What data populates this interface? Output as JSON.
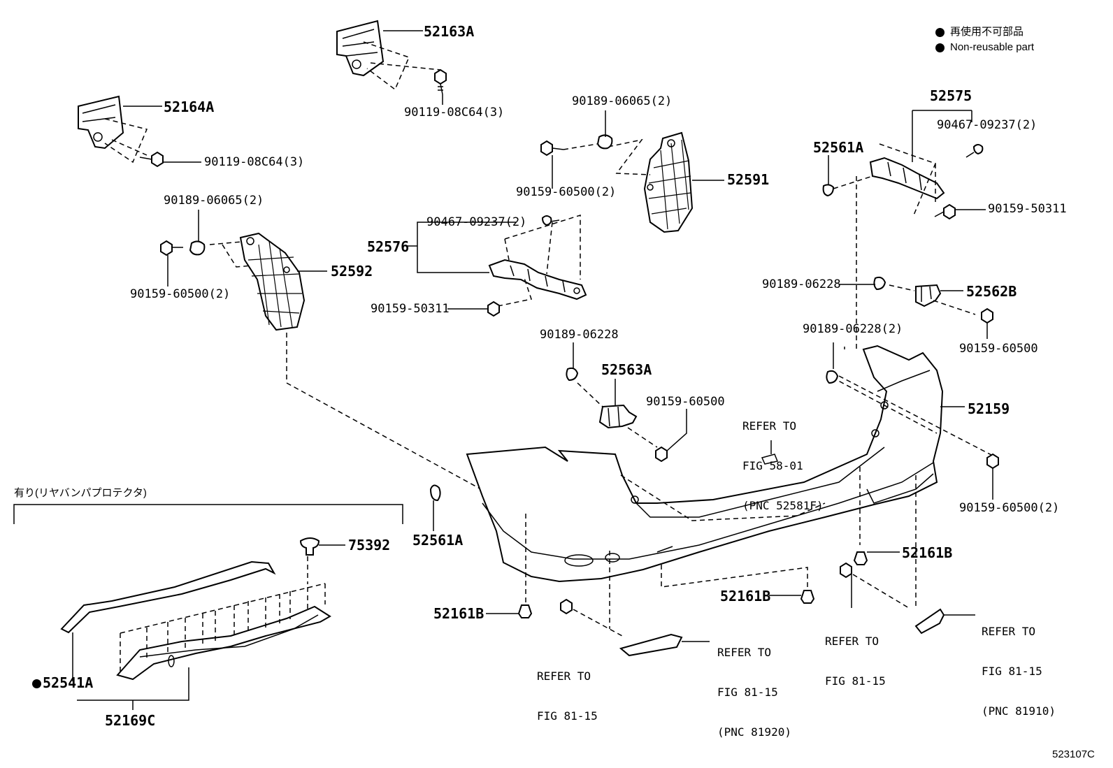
{
  "legend": {
    "jp": "再使用不可部品",
    "en": "Non-reusable part"
  },
  "diagram_code": "523107C",
  "section_header": "有り(リヤバンパプロテクタ)",
  "parts": {
    "p52163A": "52163A",
    "p52164A": "52164A",
    "bolt_52163A": "90119-08C64(3)",
    "bolt_52164A": "90119-08C64(3)",
    "p52575": "52575",
    "screw_right_upper": "90467-09237(2)",
    "p52561A_top": "52561A",
    "bolt_right": "90159-50311",
    "p52591": "52591",
    "nut_right": "90189-06065(2)",
    "bolt_right_bracket": "90159-60500(2)",
    "nut_left": "90189-06065(2)",
    "p52592": "52592",
    "bolt_left_bracket": "90159-60500(2)",
    "screw_left": "90467-09237(2)",
    "p52576": "52576",
    "bolt_left": "90159-50311",
    "nut_center": "90189-06228",
    "p52563A": "52563A",
    "bolt_center": "90159-60500",
    "nut_52562B": "90189-06228",
    "p52562B": "52562B",
    "bolt_52562B": "90159-60500",
    "nut_bumper": "90189-06228(2)",
    "p52159": "52159",
    "bolt_bumper": "90159-60500(2)",
    "p52561A_bottom": "52561A",
    "p52161B_right": "52161B",
    "p52161B_center": "52161B",
    "p52161B_left": "52161B",
    "p75392": "75392",
    "p52541A": "52541A",
    "p52169C": "52169C"
  },
  "refers": {
    "fig58": [
      "REFER TO",
      "FIG 58-01",
      "(PNC 52581F)"
    ],
    "fig81_left": [
      "REFER TO",
      "FIG 81-15"
    ],
    "fig81_center": [
      "REFER TO",
      "FIG 81-15",
      "(PNC 81920)"
    ],
    "fig81_mid": [
      "REFER TO",
      "FIG 81-15"
    ],
    "fig81_right": [
      "REFER TO",
      "FIG 81-15",
      "(PNC 81910)"
    ]
  }
}
